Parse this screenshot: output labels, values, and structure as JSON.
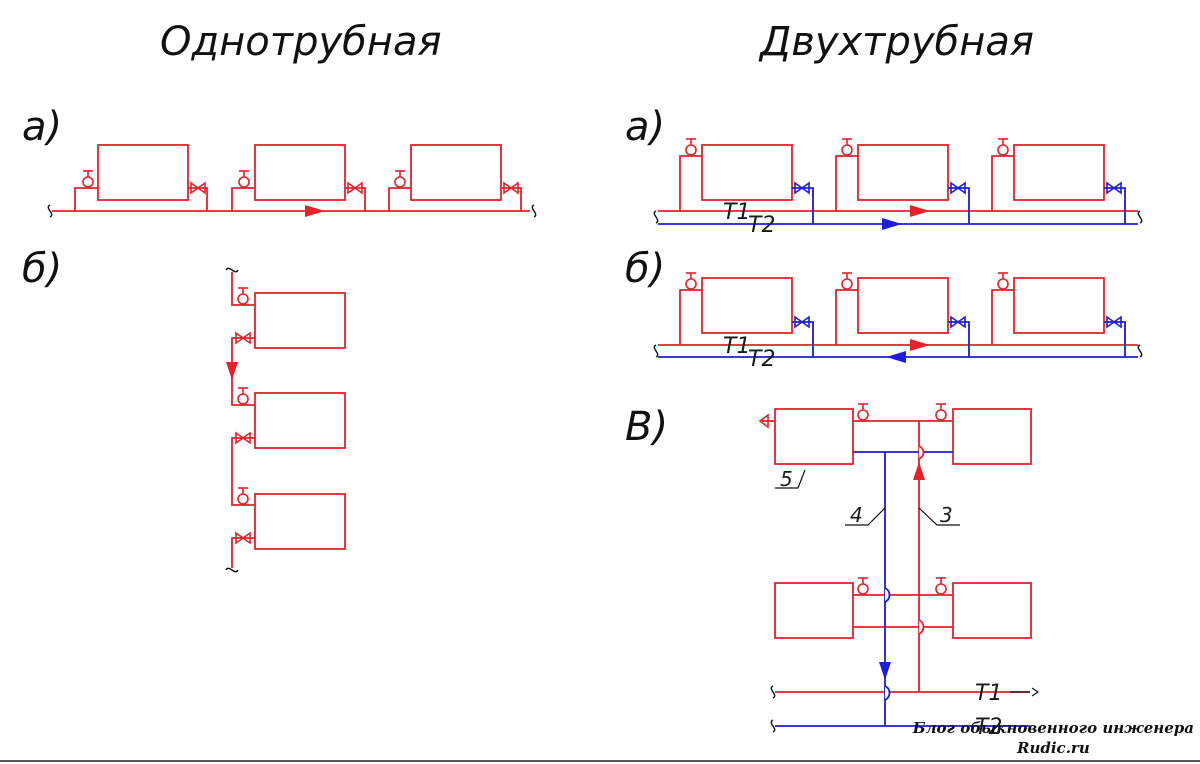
{
  "headings": {
    "single_pipe": "Однотрубная",
    "two_pipe": "Двухтрубная"
  },
  "markers": {
    "a": "а)",
    "b": "б)",
    "v": "В)"
  },
  "pipe_labels": {
    "supply": "Т1",
    "return": "Т2"
  },
  "callouts": {
    "n3": "3",
    "n4": "4",
    "n5": "5"
  },
  "watermark": {
    "line1": "Блог обыкновенного инженера",
    "line2": "Rudic.ru"
  },
  "colors": {
    "supply": "#e8202a",
    "return": "#1c1cd9",
    "text": "#111111"
  }
}
